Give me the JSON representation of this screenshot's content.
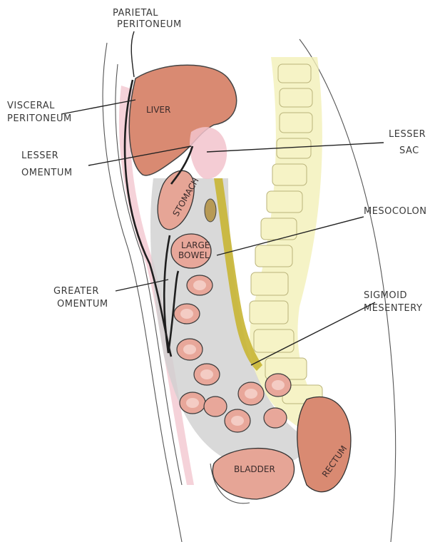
{
  "labels": {
    "parietal_peritoneum_1": "PARIETAL",
    "parietal_peritoneum_2": "PERITONEUM",
    "visceral_peritoneum_1": "VISCERAL",
    "visceral_peritoneum_2": "PERITONEUM",
    "lesser_omentum_1": "LESSER",
    "lesser_omentum_2": "OMENTUM",
    "lesser_sac_1": "LESSER",
    "lesser_sac_2": "SAC",
    "mesocolon": "MESOCOLON",
    "greater_omentum_1": "GREATER",
    "greater_omentum_2": "OMENTUM",
    "sigmoid_mesentery_1": "SIGMOID",
    "sigmoid_mesentery_2": "MESENTERY"
  },
  "organs": {
    "liver": "LIVER",
    "stomach": "STOMACH",
    "large_bowel_1": "LARGE",
    "large_bowel_2": "BOWEL",
    "bladder": "BLADDER",
    "rectum": "RECTUM"
  },
  "colors": {
    "liver": "#d98a72",
    "stomach": "#e6a596",
    "bowel": "#e8a79a",
    "peritoneum_pink": "#f2c3cc",
    "mesentery_yellow": "#c8b533",
    "spine_yellow": "#f2f0b8",
    "pencil_grey": "#8a8a8a"
  }
}
